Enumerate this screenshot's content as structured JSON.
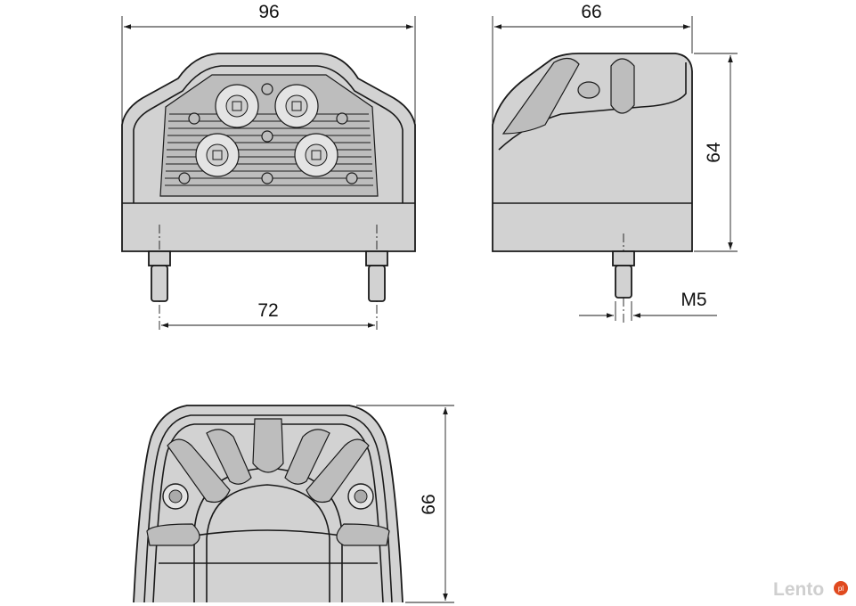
{
  "dimensions": {
    "front_width": "96",
    "pin_spacing": "72",
    "side_width": "66",
    "side_height": "64",
    "thread": "M5",
    "bottom_depth": "66"
  },
  "watermark": {
    "brand": "Lento",
    "tld": "pl"
  }
}
